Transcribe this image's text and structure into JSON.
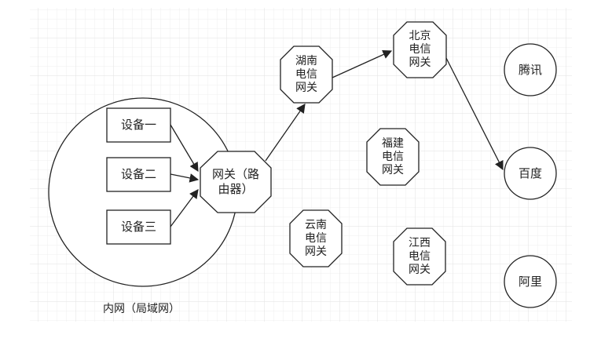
{
  "lan": {
    "label": "内网（局域网）",
    "devices": [
      "设备一",
      "设备二",
      "设备三"
    ],
    "router": "网关（路\n由器）"
  },
  "gateways": {
    "hunan": "湖南\n电信\n网关",
    "beijing": "北京\n电信\n网关",
    "fujian": "福建\n电信\n网关",
    "yunnan": "云南\n电信\n网关",
    "jiangxi": "江西\n电信\n网关"
  },
  "servers": {
    "tencent": "腾讯",
    "baidu": "百度",
    "ali": "阿里"
  },
  "colors": {
    "grid": "#e6e6e6",
    "stroke": "#222222",
    "fill": "#ffffff"
  }
}
